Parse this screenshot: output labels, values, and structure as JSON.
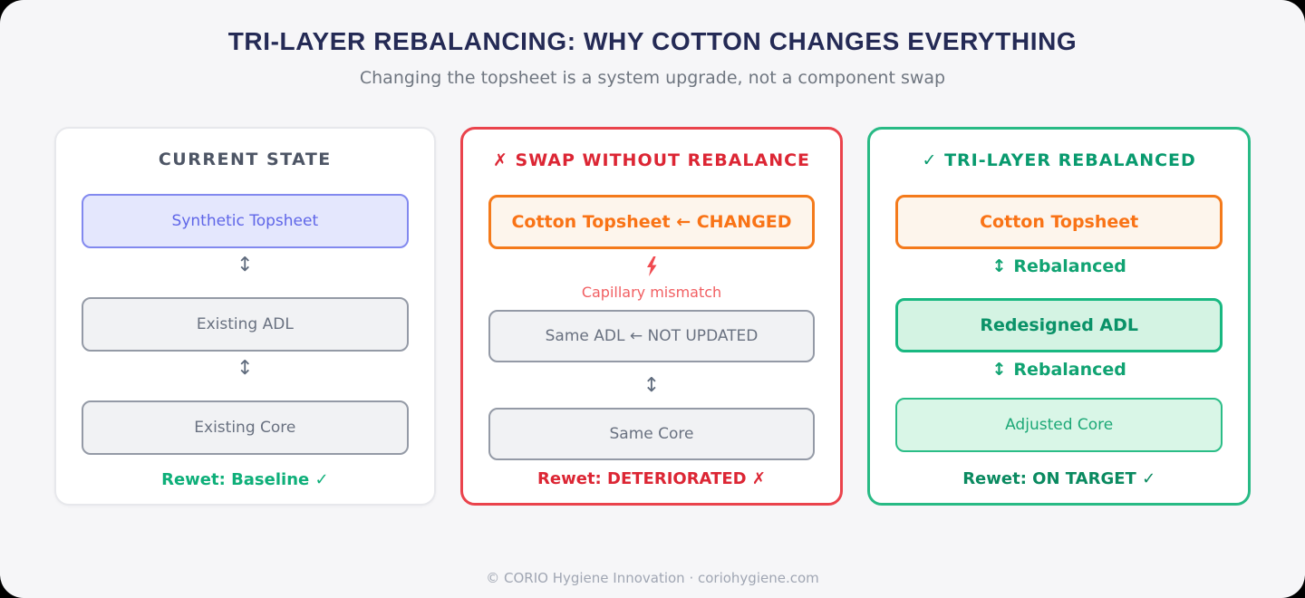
{
  "title": "TRI-LAYER REBALANCING: WHY COTTON CHANGES EVERYTHING",
  "subtitle": "Changing the topsheet is a system upgrade, not a component swap",
  "copyright": "© CORIO Hygiene Innovation · coriohygiene.com",
  "colors": {
    "accent_indigo": "#5f66e8",
    "accent_orange": "#f97316",
    "accent_red": "#dc2634",
    "accent_green": "#10a372",
    "accent_green_dark": "#0a8a60"
  },
  "cards": {
    "current": {
      "header": "CURRENT STATE",
      "layers": {
        "topsheet": "Synthetic Topsheet",
        "adl": "Existing ADL",
        "core": "Existing Core"
      },
      "connector": "↕",
      "footer": "Rewet: Baseline ✓"
    },
    "swap": {
      "header": "✗ SWAP WITHOUT REBALANCE",
      "layers": {
        "topsheet": "Cotton Topsheet ← CHANGED",
        "adl": "Same ADL ← NOT UPDATED",
        "core": "Same Core"
      },
      "mismatch_label": "Capillary mismatch",
      "connector": "↕",
      "footer": "Rewet: DETERIORATED ✗"
    },
    "rebalanced": {
      "header": "✓ TRI-LAYER REBALANCED",
      "layers": {
        "topsheet": "Cotton Topsheet",
        "adl": "Redesigned ADL",
        "core": "Adjusted Core"
      },
      "connector_arrow": "↕",
      "connector_label": "Rebalanced",
      "footer": "Rewet: ON TARGET ✓"
    }
  }
}
